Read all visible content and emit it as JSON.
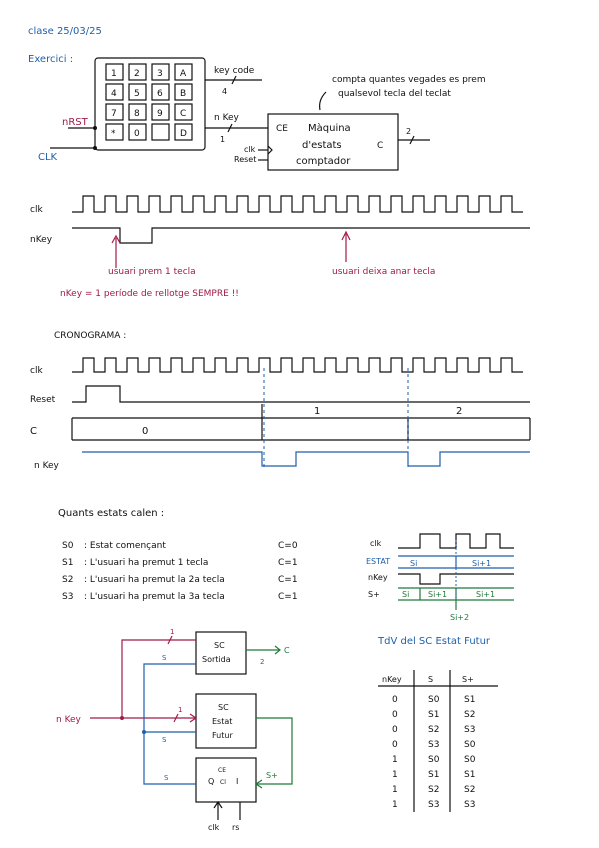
{
  "date": "clase 25/03/25",
  "exercise_label": "Exercici :",
  "keypad": {
    "keys": [
      "1",
      "2",
      "3",
      "A",
      "4",
      "5",
      "6",
      "B",
      "7",
      "8",
      "9",
      "C",
      "*",
      "0",
      "",
      "D"
    ],
    "out_label": "key code",
    "out_bus": "4",
    "nkey_label": "n Key",
    "nkey_bus": "1",
    "nrst_label": "nRST",
    "clk_label": "CLK"
  },
  "fsm": {
    "ce": "CE",
    "line1": "Màquina",
    "line2": "d'estats",
    "line3": "comptador",
    "out": "C",
    "out_bus": "2",
    "clk": "clk",
    "reset": "Reset",
    "note_line1": "compta quantes vegades es prem",
    "note_line2": "qualsevol tecla del teclat"
  },
  "timing1": {
    "clk_label": "clk",
    "nkey_label": "nKey",
    "press_note": "usuari prem 1 tecla",
    "release_note": "usuari deixa anar tecla",
    "rule": "nKey = 1 període de rellotge SEMPRE !!"
  },
  "cronograma": {
    "title": "CRONOGRAMA :",
    "clk_label": "clk",
    "reset_label": "Reset",
    "c_label": "C",
    "nkey_label": "n Key",
    "c_values": [
      "0",
      "1",
      "2"
    ]
  },
  "states": {
    "title": "Quants estats calen :",
    "list": [
      {
        "state": "S0",
        "desc": ": Estat començant",
        "c": "C=0"
      },
      {
        "state": "S1",
        "desc": ": L'usuari ha premut 1 tecla",
        "c": "C=1"
      },
      {
        "state": "S2",
        "desc": ": L'usuari ha premut la 2a tecla",
        "c": "C=1"
      },
      {
        "state": "S3",
        "desc": ": L'usuari ha premut la 3a tecla",
        "c": "C=1"
      }
    ]
  },
  "small_timing": {
    "clk": "clk",
    "estat": "ESTAT",
    "si": "Si",
    "si1": "Si+1",
    "nkey": "nKey",
    "splus": "S+",
    "si_b": "Si",
    "si1_b": "Si+1",
    "si1_c": "Si+1",
    "si2": "Si+2"
  },
  "circuit": {
    "sortida_1": "SC",
    "sortida_2": "Sortida",
    "estat_1": "SC",
    "estat_2": "Estat",
    "estat_3": "Futur",
    "nkey": "n Key",
    "bus_1": "1",
    "bus_s": "S",
    "out_c": "C",
    "out_2": "2",
    "reg_q": "Q",
    "reg_i": "I",
    "reg_ce": "CE",
    "reg_cl": "Cl",
    "splus": "S+",
    "clk": "clk",
    "rst": "rs"
  },
  "truth_table": {
    "title": "TdV del SC Estat Futur",
    "headers": [
      "nKey",
      "S",
      "S+"
    ],
    "rows": [
      [
        "0",
        "S0",
        "S1"
      ],
      [
        "0",
        "S1",
        "S2"
      ],
      [
        "0",
        "S2",
        "S3"
      ],
      [
        "0",
        "S3",
        "S0"
      ],
      [
        "1",
        "S0",
        "S0"
      ],
      [
        "1",
        "S1",
        "S1"
      ],
      [
        "1",
        "S2",
        "S2"
      ],
      [
        "1",
        "S3",
        "S3"
      ]
    ]
  }
}
